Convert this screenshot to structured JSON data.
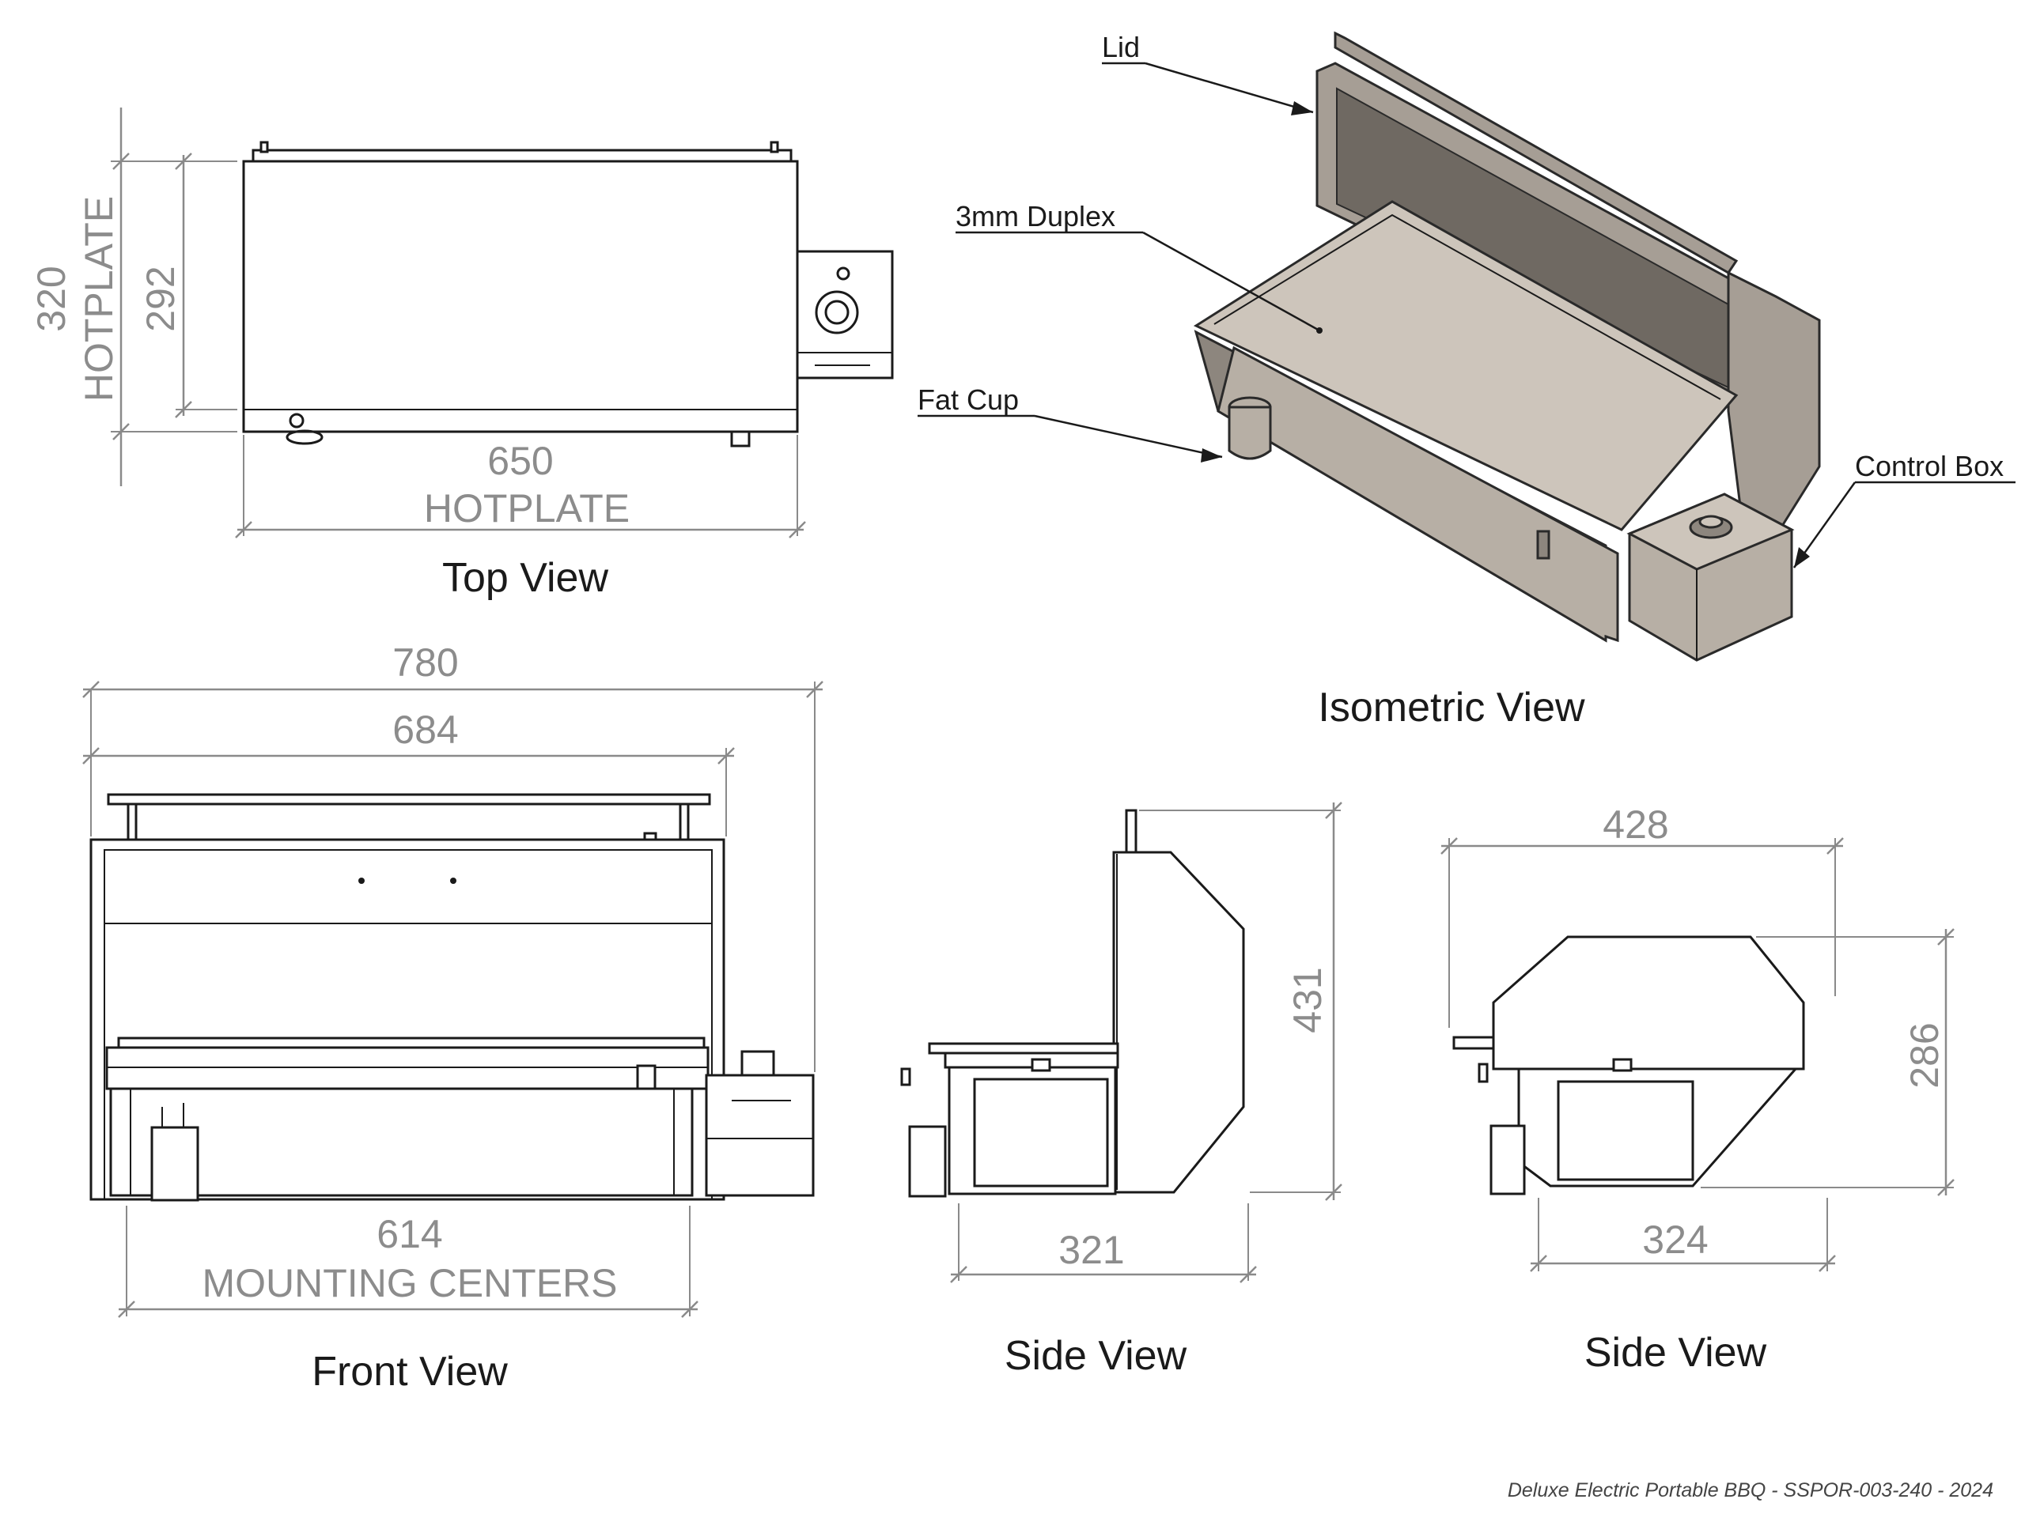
{
  "title_block": "Deluxe Electric Portable BBQ - SSPOR-003-240 - 2024",
  "colors": {
    "dimension": "#8c8c8c",
    "outline": "#1a1a1a",
    "iso_plate": "#cdc5bb",
    "iso_body": "#b7afa5"
  },
  "top_view": {
    "title": "Top View",
    "dim_width_value": "650",
    "dim_width_label": "HOTPLATE",
    "dim_depth_outer_value": "320",
    "dim_depth_outer_label": "HOTPLATE",
    "dim_depth_inner_value": "292"
  },
  "isometric_view": {
    "title": "Isometric View",
    "callouts": {
      "lid": "Lid",
      "duplex": "3mm Duplex",
      "fat_cup": "Fat Cup",
      "control_box": "Control Box"
    }
  },
  "front_view": {
    "title": "Front View",
    "dim_overall": "780",
    "dim_body": "684",
    "dim_mount_value": "614",
    "dim_mount_label": "MOUNTING CENTERS"
  },
  "side_view_1": {
    "title": "Side View",
    "dim_height": "431",
    "dim_base": "321"
  },
  "side_view_2": {
    "title": "Side View",
    "dim_top": "428",
    "dim_height": "286",
    "dim_base": "324"
  }
}
